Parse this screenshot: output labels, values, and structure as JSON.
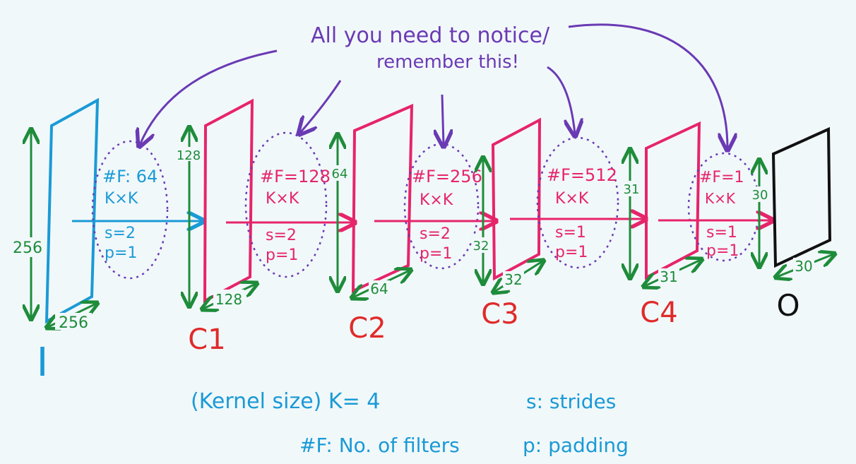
{
  "colors": {
    "background": "#f1f8fa",
    "blue": "#1a9ad6",
    "pink": "#e6246a",
    "red": "#e02a2a",
    "green": "#1e8c3a",
    "purple": "#6a3ab4",
    "black": "#111111"
  },
  "annotation": {
    "line1": "All you need to notice/",
    "line2": "remember this!"
  },
  "input": {
    "label": "I",
    "height": "256",
    "width": "256"
  },
  "layers": [
    {
      "label": "C1",
      "filters": "#F: 64",
      "kernel": "K×K",
      "stride": "s=2",
      "padding": "p=1",
      "height": "128",
      "width": "128"
    },
    {
      "label": "C2",
      "filters": "#F=128",
      "kernel": "K×K",
      "stride": "s=2",
      "padding": "p=1",
      "height": "64",
      "width": "64"
    },
    {
      "label": "C3",
      "filters": "#F=256",
      "kernel": "K×K",
      "stride": "s=2",
      "padding": "p=1",
      "height": "32",
      "width": "32"
    },
    {
      "label": "C4",
      "filters": "#F=512",
      "kernel": "K×K",
      "stride": "s=1",
      "padding": "p=1",
      "height": "31",
      "width": "31"
    }
  ],
  "final_op": {
    "filters": "#F=1",
    "kernel": "K×K",
    "stride": "s=1",
    "padding": "p=1"
  },
  "output": {
    "label": "O",
    "height": "30",
    "width": "30"
  },
  "legend": {
    "kernel": "(Kernel size) K= 4",
    "filters": "#F: No. of filters",
    "strides": "s: strides",
    "padding": "p: padding"
  }
}
